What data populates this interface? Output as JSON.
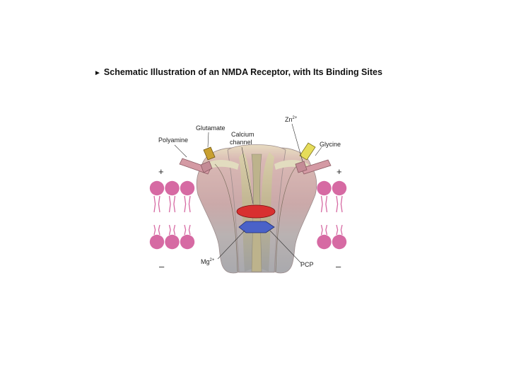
{
  "title": "Schematic Illustration of an NMDA Receptor, with Its Binding Sites",
  "labels": {
    "zn": "Zn",
    "zn_sup": "2+",
    "glutamate": "Glutamate",
    "calcium_1": "Calcium",
    "calcium_2": "channel",
    "polyamine": "Polyamine",
    "glycine": "Glycine",
    "mg": "Mg",
    "mg_sup": "2+",
    "pcp": "PCP",
    "plus_left": "+",
    "plus_right": "+",
    "minus_left": "–",
    "minus_right": "–"
  },
  "colors": {
    "membrane_head": "#d66aa3",
    "membrane_tail": "#d66aa3",
    "receptor_outer": "#c8a7a6",
    "receptor_band_top": "#d8c9a4",
    "receptor_inner": "#b8b58a",
    "channel_lower": "#a9a9a9",
    "mg_site": "#d83030",
    "pcp_site": "#4a62c8",
    "glutamate_site": "#c9a030",
    "glycine_site": "#e6dc5a",
    "binding_arm": "#d49aa4"
  }
}
